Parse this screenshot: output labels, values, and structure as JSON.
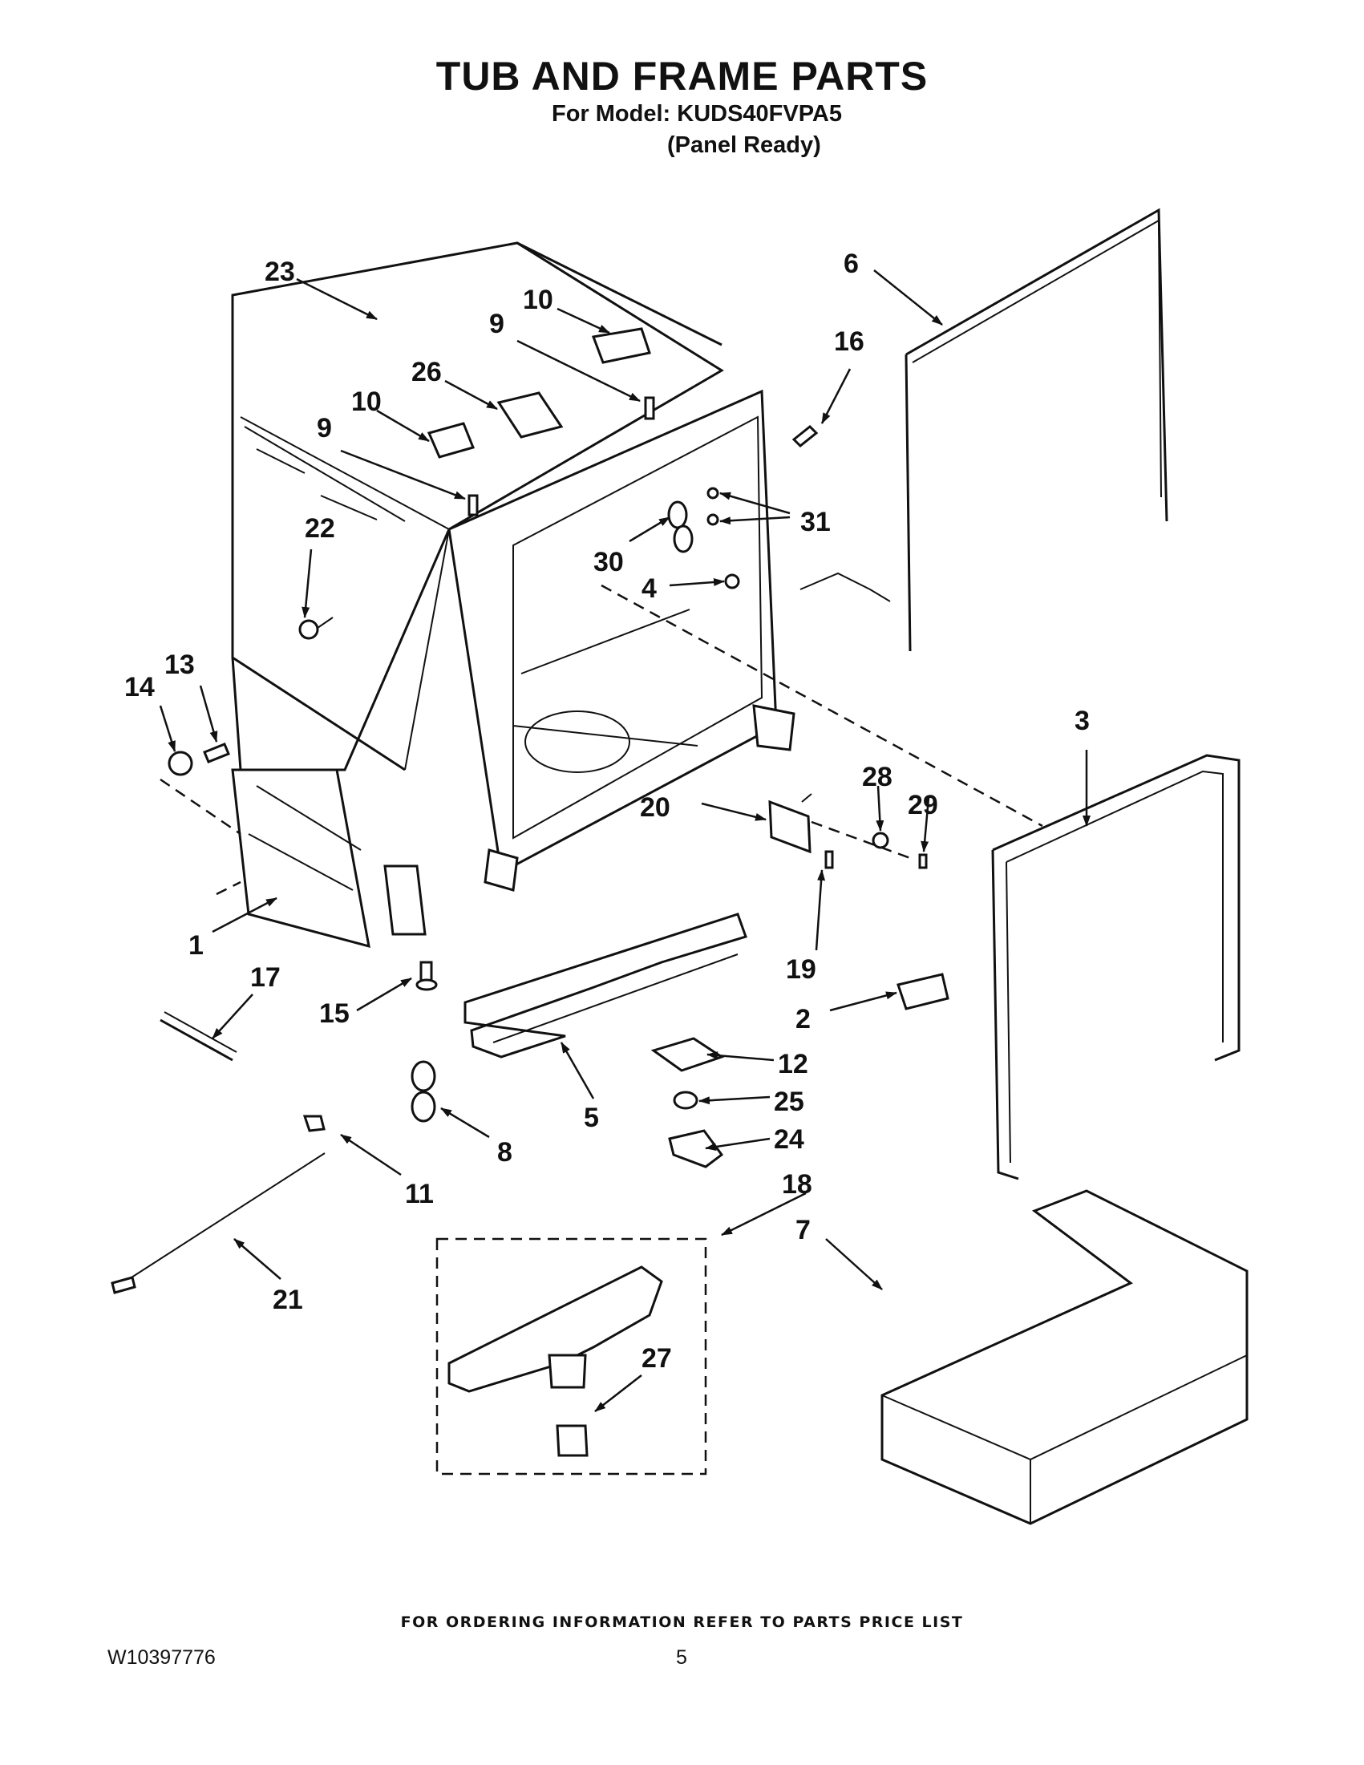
{
  "header": {
    "title": "TUB AND FRAME PARTS",
    "model_line": "For Model: KUDS40FVPA5",
    "variant_line": "(Panel Ready)"
  },
  "callouts": [
    {
      "id": "c23",
      "label": "23"
    },
    {
      "id": "c10a",
      "label": "10"
    },
    {
      "id": "c9a",
      "label": "9"
    },
    {
      "id": "c6",
      "label": "6"
    },
    {
      "id": "c16",
      "label": "16"
    },
    {
      "id": "c26",
      "label": "26"
    },
    {
      "id": "c10b",
      "label": "10"
    },
    {
      "id": "c9b",
      "label": "9"
    },
    {
      "id": "c31",
      "label": "31"
    },
    {
      "id": "c22",
      "label": "22"
    },
    {
      "id": "c30",
      "label": "30"
    },
    {
      "id": "c4",
      "label": "4"
    },
    {
      "id": "c13",
      "label": "13"
    },
    {
      "id": "c14",
      "label": "14"
    },
    {
      "id": "c3",
      "label": "3"
    },
    {
      "id": "c28",
      "label": "28"
    },
    {
      "id": "c29",
      "label": "29"
    },
    {
      "id": "c20",
      "label": "20"
    },
    {
      "id": "c1",
      "label": "1"
    },
    {
      "id": "c17",
      "label": "17"
    },
    {
      "id": "c19",
      "label": "19"
    },
    {
      "id": "c15",
      "label": "15"
    },
    {
      "id": "c2",
      "label": "2"
    },
    {
      "id": "c12",
      "label": "12"
    },
    {
      "id": "c5",
      "label": "5"
    },
    {
      "id": "c25",
      "label": "25"
    },
    {
      "id": "c8",
      "label": "8"
    },
    {
      "id": "c24",
      "label": "24"
    },
    {
      "id": "c11",
      "label": "11"
    },
    {
      "id": "c18",
      "label": "18"
    },
    {
      "id": "c7",
      "label": "7"
    },
    {
      "id": "c21",
      "label": "21"
    },
    {
      "id": "c27",
      "label": "27"
    }
  ],
  "footer": {
    "ordering_note": "FOR ORDERING INFORMATION REFER TO PARTS PRICE LIST",
    "document_number": "W10397776",
    "page_number": "5"
  }
}
